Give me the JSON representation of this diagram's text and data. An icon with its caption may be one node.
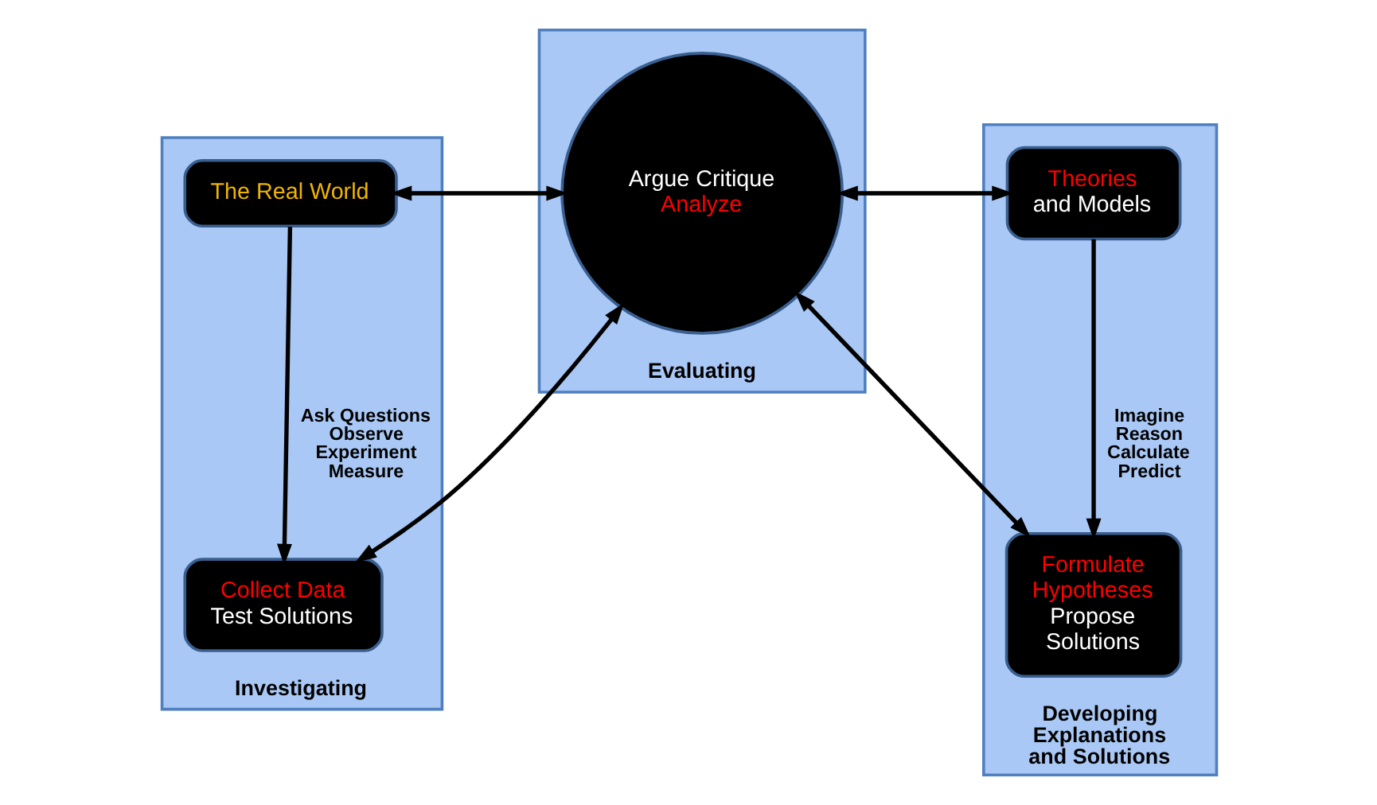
{
  "diagram": {
    "nodes": [
      {
        "text": [
          "Investigating"
        ]
      },
      {
        "text": [
          "The Real World"
        ],
        "in": 0
      },
      {
        "text": [
          "Collect Data",
          "Test Solutions"
        ],
        "in": 0
      },
      {
        "text": [
          "Evaluating"
        ]
      },
      {
        "text": [
          "Argue Critique",
          "Analyze"
        ],
        "in": 3
      },
      {
        "text": [
          "Developing Explanations and Solutions"
        ]
      },
      {
        "text": [
          "Theories",
          "and Models"
        ],
        "in": 5
      },
      {
        "text": [
          "Formulate Hypotheses",
          "Propose Solutions"
        ],
        "in": 5
      }
    ],
    "edges": [
      {
        "from": 1,
        "to": 2,
        "arrow": "to",
        "label": "Ask Questions Observe Experiment Measure"
      },
      {
        "from": 6,
        "to": 7,
        "arrow": "to",
        "label": "Imagine Reason Calculate Predict"
      },
      {
        "from": 1,
        "to": 4,
        "arrow": "both"
      },
      {
        "from": 2,
        "to": 4,
        "arrow": "both"
      },
      {
        "from": 4,
        "to": 6,
        "arrow": "both"
      },
      {
        "from": 4,
        "to": 7,
        "arrow": "both"
      }
    ]
  }
}
